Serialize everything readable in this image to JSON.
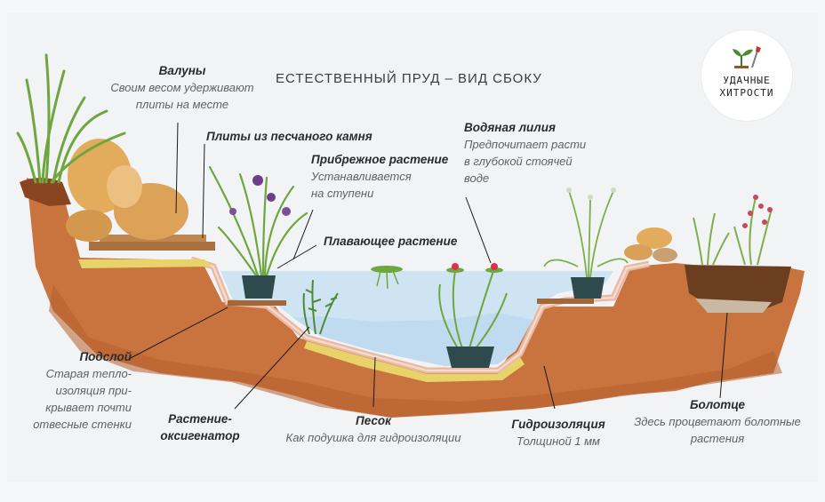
{
  "title": "ЕСТЕСТВЕННЫЙ ПРУД – ВИД СБОКУ",
  "logo": {
    "line1": "УДАЧНЫЕ",
    "line2": "ХИТРОСТИ",
    "icon": "sprout-shovel-icon"
  },
  "labels": {
    "boulders": {
      "title": "Валуны",
      "lines": [
        "Своим весом удерживают",
        "плиты на месте"
      ]
    },
    "slabs": {
      "title": "Плиты из песчаного камня"
    },
    "marginal": {
      "title": "Прибрежное растение",
      "lines": [
        "Устанавливается",
        "на ступени"
      ]
    },
    "waterlily": {
      "title": "Водяная лилия",
      "lines": [
        "Предпочитает расти",
        "в глубокой стоячей",
        "воде"
      ]
    },
    "floating": {
      "title": "Плавающее растение"
    },
    "underlay": {
      "title": "Подслой",
      "lines": [
        "Старая тепло-",
        "изоляция при-",
        "крывает почти",
        "отвесные стенки"
      ]
    },
    "oxygenator": {
      "title": "Растение-",
      "title2": "оксигенатор"
    },
    "sand": {
      "title": "Песок",
      "lines": [
        "Как подушка для гидроизоляции"
      ]
    },
    "liner": {
      "title": "Гидроизоляция",
      "lines": [
        "Толщиной 1 мм"
      ]
    },
    "bog": {
      "title": "Болотце",
      "lines": [
        "Здесь процветают болотные",
        "растения"
      ]
    }
  },
  "colors": {
    "soil": "#c9743f",
    "water": "#cfe4f3",
    "sand": "#e7d36a",
    "liner": "#e9b8a3",
    "leaf": "#6fa63d",
    "stone": "#d9a25a",
    "iris": "#6c3f8a",
    "lily": "#d8334a"
  }
}
